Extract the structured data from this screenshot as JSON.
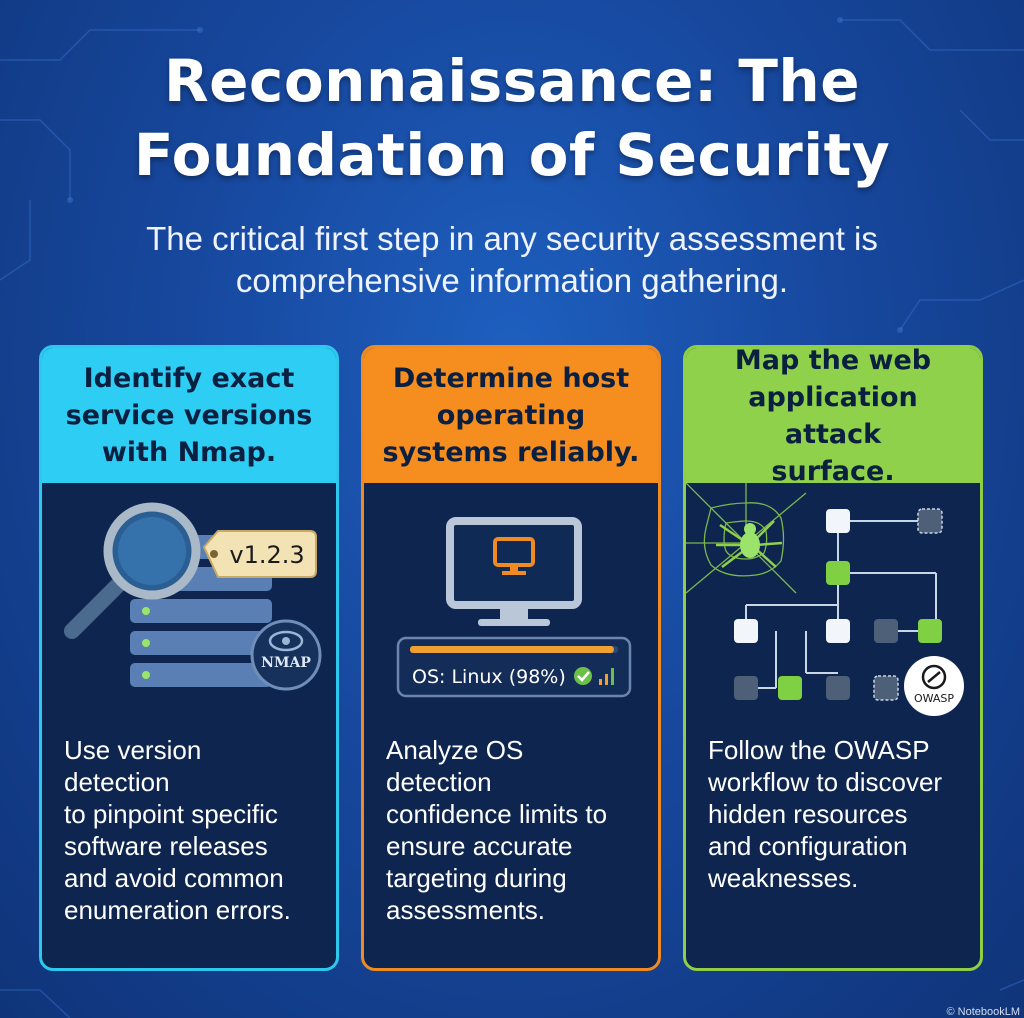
{
  "title_line1": "Reconnaissance: The",
  "title_line2": "Foundation of Security",
  "subtitle_line1": "The critical first step in any security assessment is",
  "subtitle_line2": "comprehensive information gathering.",
  "cards": [
    {
      "heading": [
        "Identify exact",
        "service versions",
        "with Nmap."
      ],
      "tag": "v1.2.3",
      "logo": "NMAP",
      "icon": "magnifier-server-icon",
      "description": [
        "Use version detection",
        "to pinpoint specific",
        "software releases",
        "and avoid common",
        "enumeration errors."
      ],
      "accent": "#2ecdf3"
    },
    {
      "heading": [
        "Determine host",
        "operating",
        "systems reliably."
      ],
      "os_readout": "OS: Linux (98%)",
      "confidence": 0.98,
      "icon": "monitor-icon",
      "description": [
        "Analyze OS detection",
        "confidence limits to",
        "ensure accurate",
        "targeting during",
        "assessments."
      ],
      "accent": "#f58d1f"
    },
    {
      "heading": [
        "Map the web",
        "application attack",
        "surface."
      ],
      "logo": "OWASP",
      "icon": "spider-web-icon",
      "description": [
        "Follow the OWASP",
        "workflow to discover",
        "hidden resources",
        "and configuration",
        "weaknesses."
      ],
      "accent": "#8fd14a"
    }
  ],
  "watermark": "© NotebookLM"
}
